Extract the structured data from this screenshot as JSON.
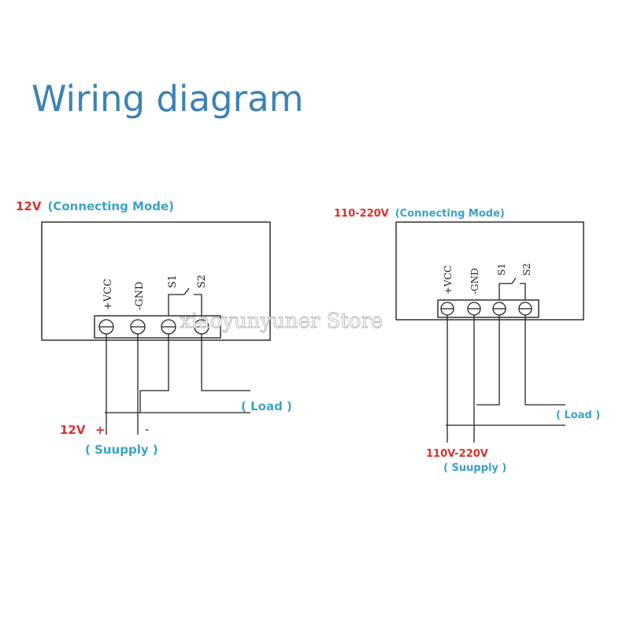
{
  "title": "Wiring diagram",
  "watermark": "xiaoyunyuner Store",
  "diagram_12v": {
    "mode_voltage": "12V",
    "mode_label": "(Connecting  Mode)",
    "terminals": [
      "+VCC",
      "-GND",
      "S1",
      "S2"
    ],
    "load_label": "( Load )",
    "supply_voltage": "12V",
    "supply_plus": "+",
    "supply_minus": "-",
    "supply_label": "( Suupply )"
  },
  "diagram_220v": {
    "mode_voltage": "110-220V",
    "mode_label": "(Connecting  Mode)",
    "terminals": [
      "+VCC",
      "-GND",
      "S1",
      "S2"
    ],
    "load_label": "( Load )",
    "supply_voltage": "110V-220V",
    "supply_label": "( Suupply )"
  }
}
